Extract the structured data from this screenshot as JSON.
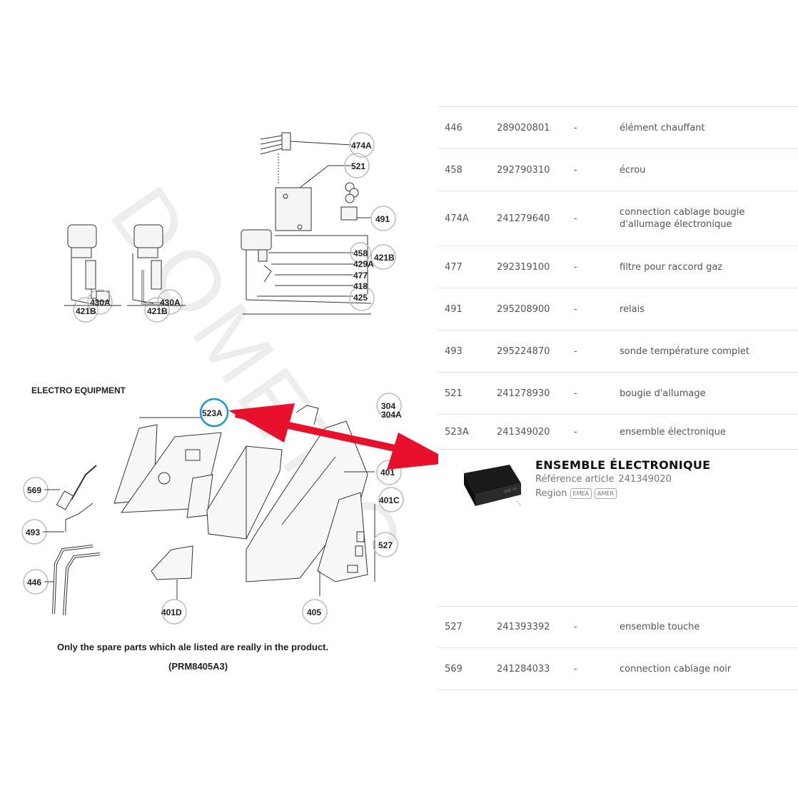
{
  "diagram": {
    "watermark": "DOMETIC",
    "top_callouts": [
      "474A",
      "521",
      "491",
      "458",
      "429A",
      "477",
      "418",
      "425",
      "421B"
    ],
    "left_callouts": [
      "430A",
      "421B",
      "430A",
      "421B"
    ],
    "section_title": "ELECTRO EQUIPMENT",
    "electro_callouts": {
      "c523A": "523A",
      "c304": "304",
      "c304A": "304A",
      "c401": "401",
      "c401C": "401C",
      "c527": "527",
      "c569": "569",
      "c493": "493",
      "c446": "446",
      "c401D": "401D",
      "c405": "405"
    },
    "footnote": "Only the spare parts which ale listed are really in the product.",
    "model_code": "(PRM8405A3)",
    "highlight_color": "#2196c8",
    "arrow_color": "#e8102a"
  },
  "parts": [
    {
      "num": "446",
      "ref": "289020801",
      "dash": "-",
      "desc": "élément chauffant"
    },
    {
      "num": "458",
      "ref": "292790310",
      "dash": "-",
      "desc": "écrou"
    },
    {
      "num": "474A",
      "ref": "241279640",
      "dash": "-",
      "desc": "connection cablage bougie d'allumage électronique"
    },
    {
      "num": "477",
      "ref": "292319100",
      "dash": "-",
      "desc": "filtre pour raccord gaz"
    },
    {
      "num": "491",
      "ref": "295208900",
      "dash": "-",
      "desc": "relais"
    },
    {
      "num": "493",
      "ref": "295224870",
      "dash": "-",
      "desc": "sonde température complet"
    },
    {
      "num": "521",
      "ref": "241278930",
      "dash": "-",
      "desc": "bougie d'allumage"
    },
    {
      "num": "523A",
      "ref": "241349020",
      "dash": "-",
      "desc": "ensemble électronique"
    }
  ],
  "detail": {
    "title": "ENSEMBLE ÉLECTRONIQUE",
    "ref_label": "Référence article",
    "ref_value": "241349020",
    "region_label": "Region",
    "regions": [
      "EMEA",
      "AMER"
    ]
  },
  "parts_after": [
    {
      "num": "527",
      "ref": "241393392",
      "dash": "-",
      "desc": "ensemble touche"
    },
    {
      "num": "569",
      "ref": "241284033",
      "dash": "-",
      "desc": "connection cablage noir"
    }
  ]
}
